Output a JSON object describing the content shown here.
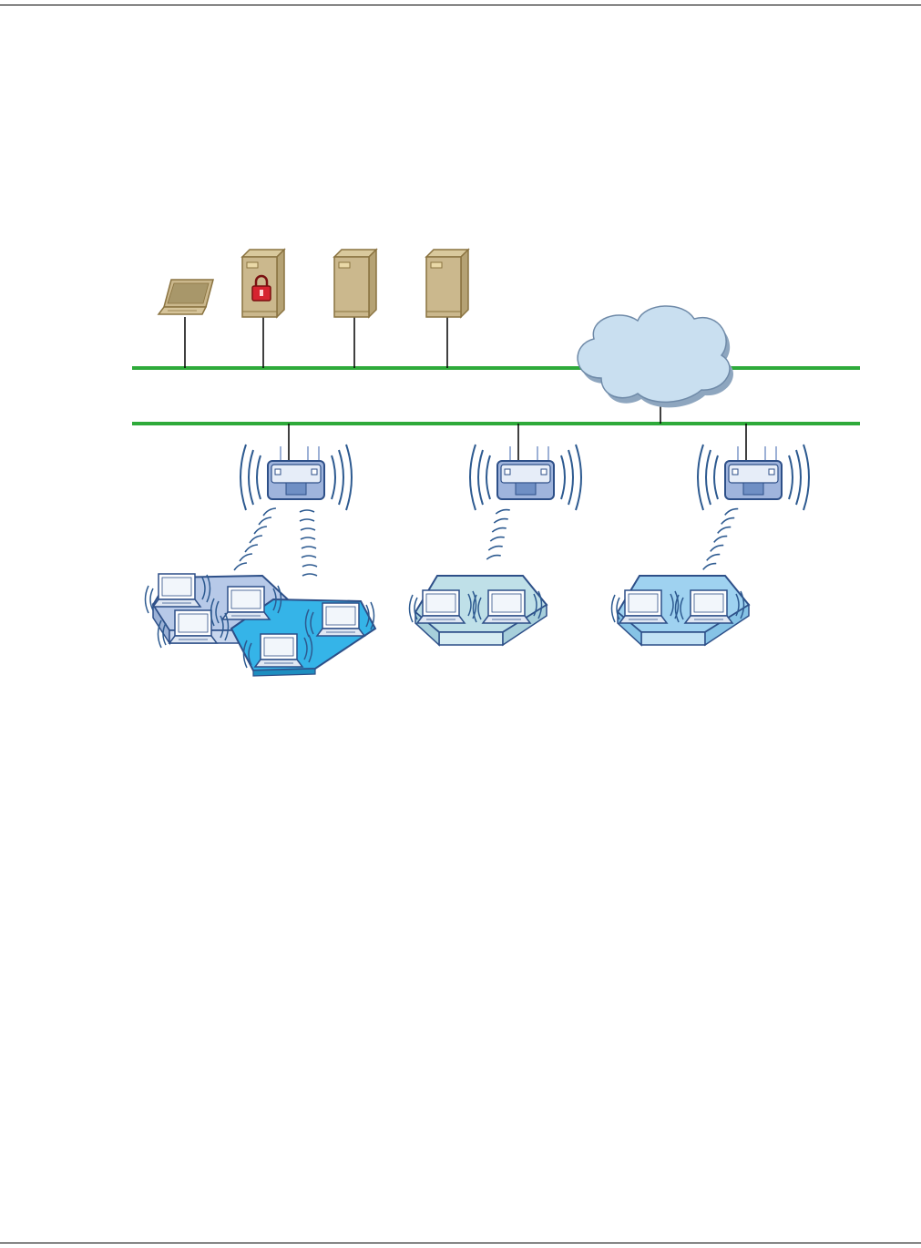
{
  "page": {
    "header_text": "",
    "footer_text": ""
  },
  "diagram": {
    "lan_color": "#2eaa3a",
    "wire_color": "#000000",
    "lan_segments": [
      "upper",
      "lower"
    ],
    "wired_devices": [
      {
        "id": "laptop",
        "icon": "laptop-icon",
        "label": ""
      },
      {
        "id": "secure-server",
        "icon": "server-lock-icon",
        "label": ""
      },
      {
        "id": "server-2",
        "icon": "server-icon",
        "label": ""
      },
      {
        "id": "server-3",
        "icon": "server-icon",
        "label": ""
      }
    ],
    "cloud": {
      "icon": "cloud-icon",
      "label": "",
      "fill": "#c9dff0"
    },
    "access_points": [
      {
        "id": "ap-1",
        "icon": "access-point-icon",
        "label": "",
        "links": 2
      },
      {
        "id": "ap-2",
        "icon": "access-point-icon",
        "label": "",
        "links": 1
      },
      {
        "id": "ap-3",
        "icon": "access-point-icon",
        "label": "",
        "links": 1
      }
    ],
    "wireless_groups": [
      {
        "id": "group-1",
        "laptops": 5,
        "colors": [
          "#b7c9e8",
          "#35b4e8"
        ]
      },
      {
        "id": "group-2",
        "laptops": 2,
        "colors": [
          "#bfe0e8"
        ]
      },
      {
        "id": "group-3",
        "laptops": 2,
        "colors": [
          "#9fd2f0"
        ]
      }
    ]
  }
}
